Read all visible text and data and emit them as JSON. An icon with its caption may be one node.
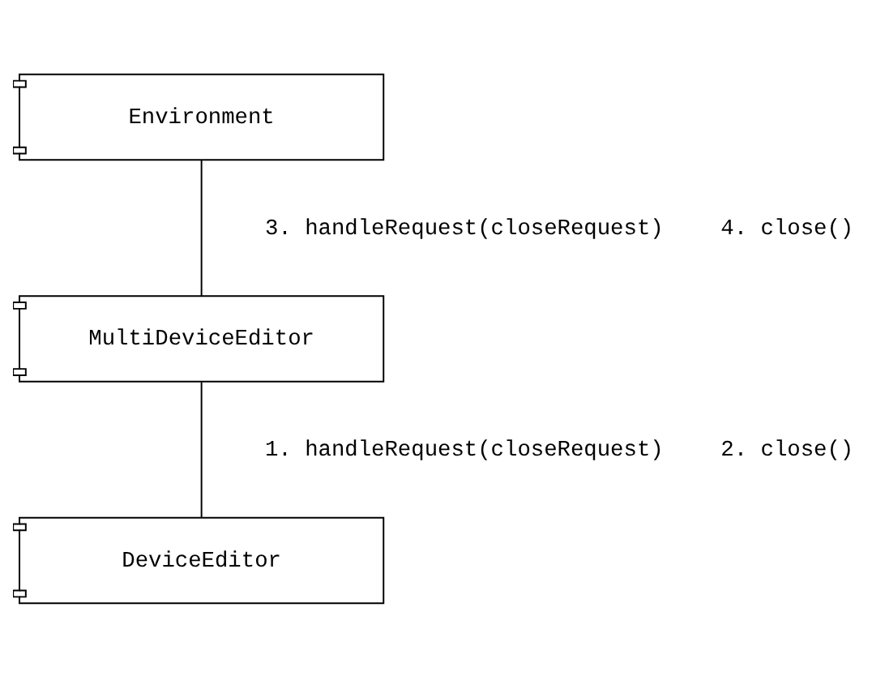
{
  "diagram": {
    "nodes": [
      {
        "text": [
          "Environment"
        ]
      },
      {
        "text": [
          "MultiDeviceEditor"
        ]
      },
      {
        "text": [
          "DeviceEditor"
        ]
      }
    ],
    "edges": [
      {
        "from": 0,
        "to": 1,
        "arrow": "none"
      },
      {
        "from": 1,
        "to": 2,
        "arrow": "none"
      }
    ],
    "labels": [
      "3. handleRequest(closeRequest)",
      "4. close()",
      "1. handleRequest(closeRequest)",
      "2. close()"
    ]
  }
}
